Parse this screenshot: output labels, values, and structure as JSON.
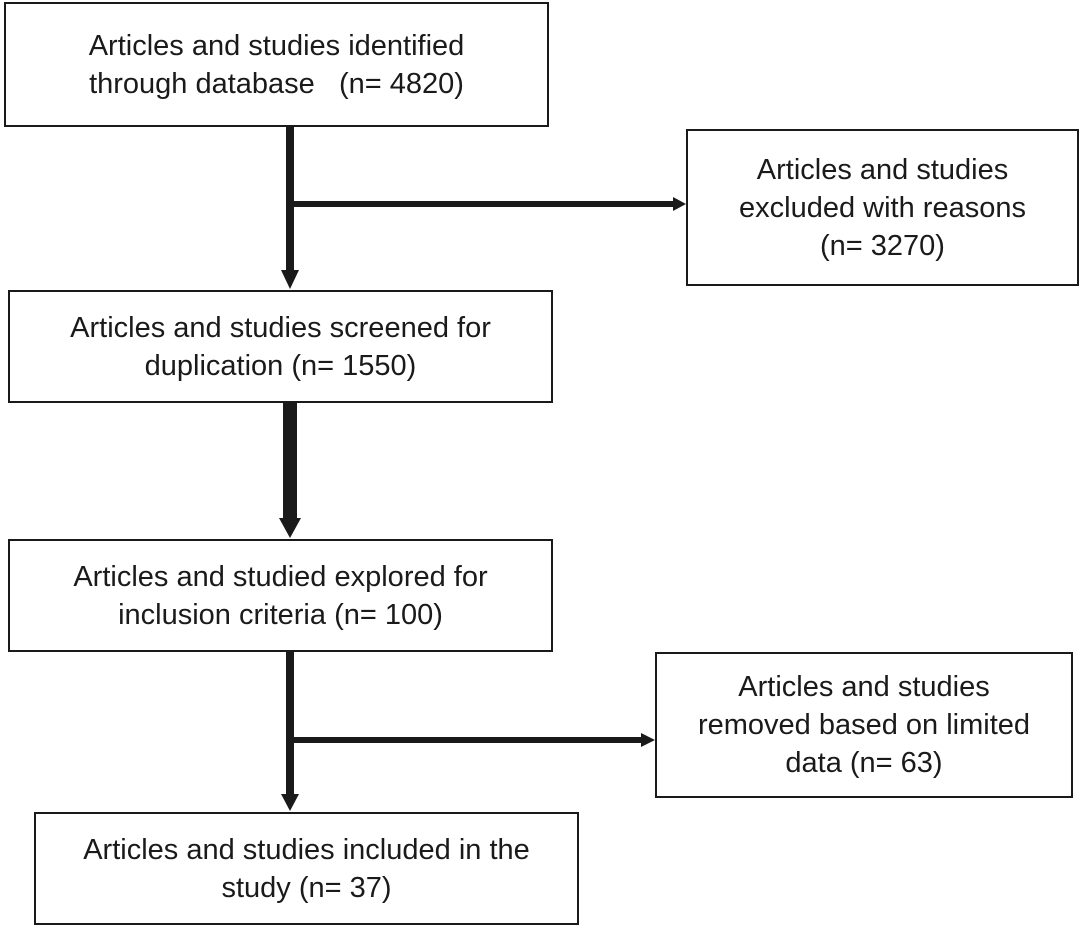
{
  "flowchart": {
    "identified": {
      "line1": "Articles and studies identified",
      "line2": "through database   (n= 4820)"
    },
    "excluded": {
      "line1": "Articles and studies",
      "line2": "excluded with reasons",
      "line3": "(n= 3270)"
    },
    "screened": {
      "line1": "Articles and studies screened for",
      "line2": "duplication (n= 1550)"
    },
    "explored": {
      "line1": "Articles and studied explored for",
      "line2": "inclusion criteria (n= 100)"
    },
    "removed": {
      "line1": "Articles and studies",
      "line2": "removed based on limited",
      "line3": "data (n= 63)"
    },
    "included": {
      "line1": "Articles and studies included in the",
      "line2": "study (n= 37)"
    }
  }
}
